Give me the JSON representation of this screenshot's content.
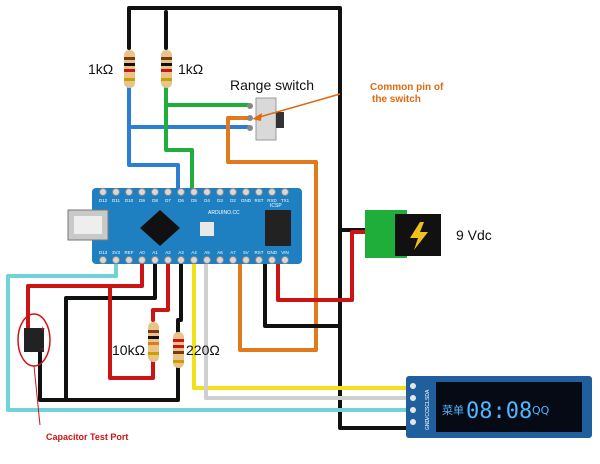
{
  "labels": {
    "r1": "1kΩ",
    "r2": "1kΩ",
    "range_switch": "Range switch",
    "common_pin_line1": "Common pin of",
    "common_pin_line2": "the switch",
    "supply": "9 Vdc",
    "r3": "10kΩ",
    "r4": "220Ω",
    "cap_port": "Capacitor Test Port",
    "plus": "+",
    "minus": "-"
  },
  "arduino": {
    "top_pins": [
      "D12",
      "D11",
      "D10",
      "D9",
      "D8",
      "D7",
      "D6",
      "D5",
      "D4",
      "D3",
      "D2",
      "GND",
      "RST",
      "RXD",
      "TX1"
    ],
    "bottom_pins": [
      "D13",
      "3V3",
      "REF",
      "A0",
      "A1",
      "A2",
      "A3",
      "A4",
      "A5",
      "A6",
      "A7",
      "5V",
      "RST",
      "GND",
      "VIN"
    ],
    "board_text": "ARDUINO.CC",
    "icsp": "ICSP"
  },
  "oled": {
    "left_text": "菜单",
    "time": "08:08",
    "right_text": "QQ",
    "pins": [
      "GND",
      "VCC",
      "SCL",
      "SDA"
    ]
  },
  "colors": {
    "black": "#111111",
    "blue": "#2a7fd4",
    "green": "#1fae3a",
    "orange": "#e07a1c",
    "red": "#cc1414",
    "yellow": "#f2e01a",
    "cyan": "#6fd3d8",
    "white_wire": "#cfcfcf",
    "board": "#1e80c0",
    "oled_text": "#4fb6ff",
    "annotation": "#e06a10"
  }
}
